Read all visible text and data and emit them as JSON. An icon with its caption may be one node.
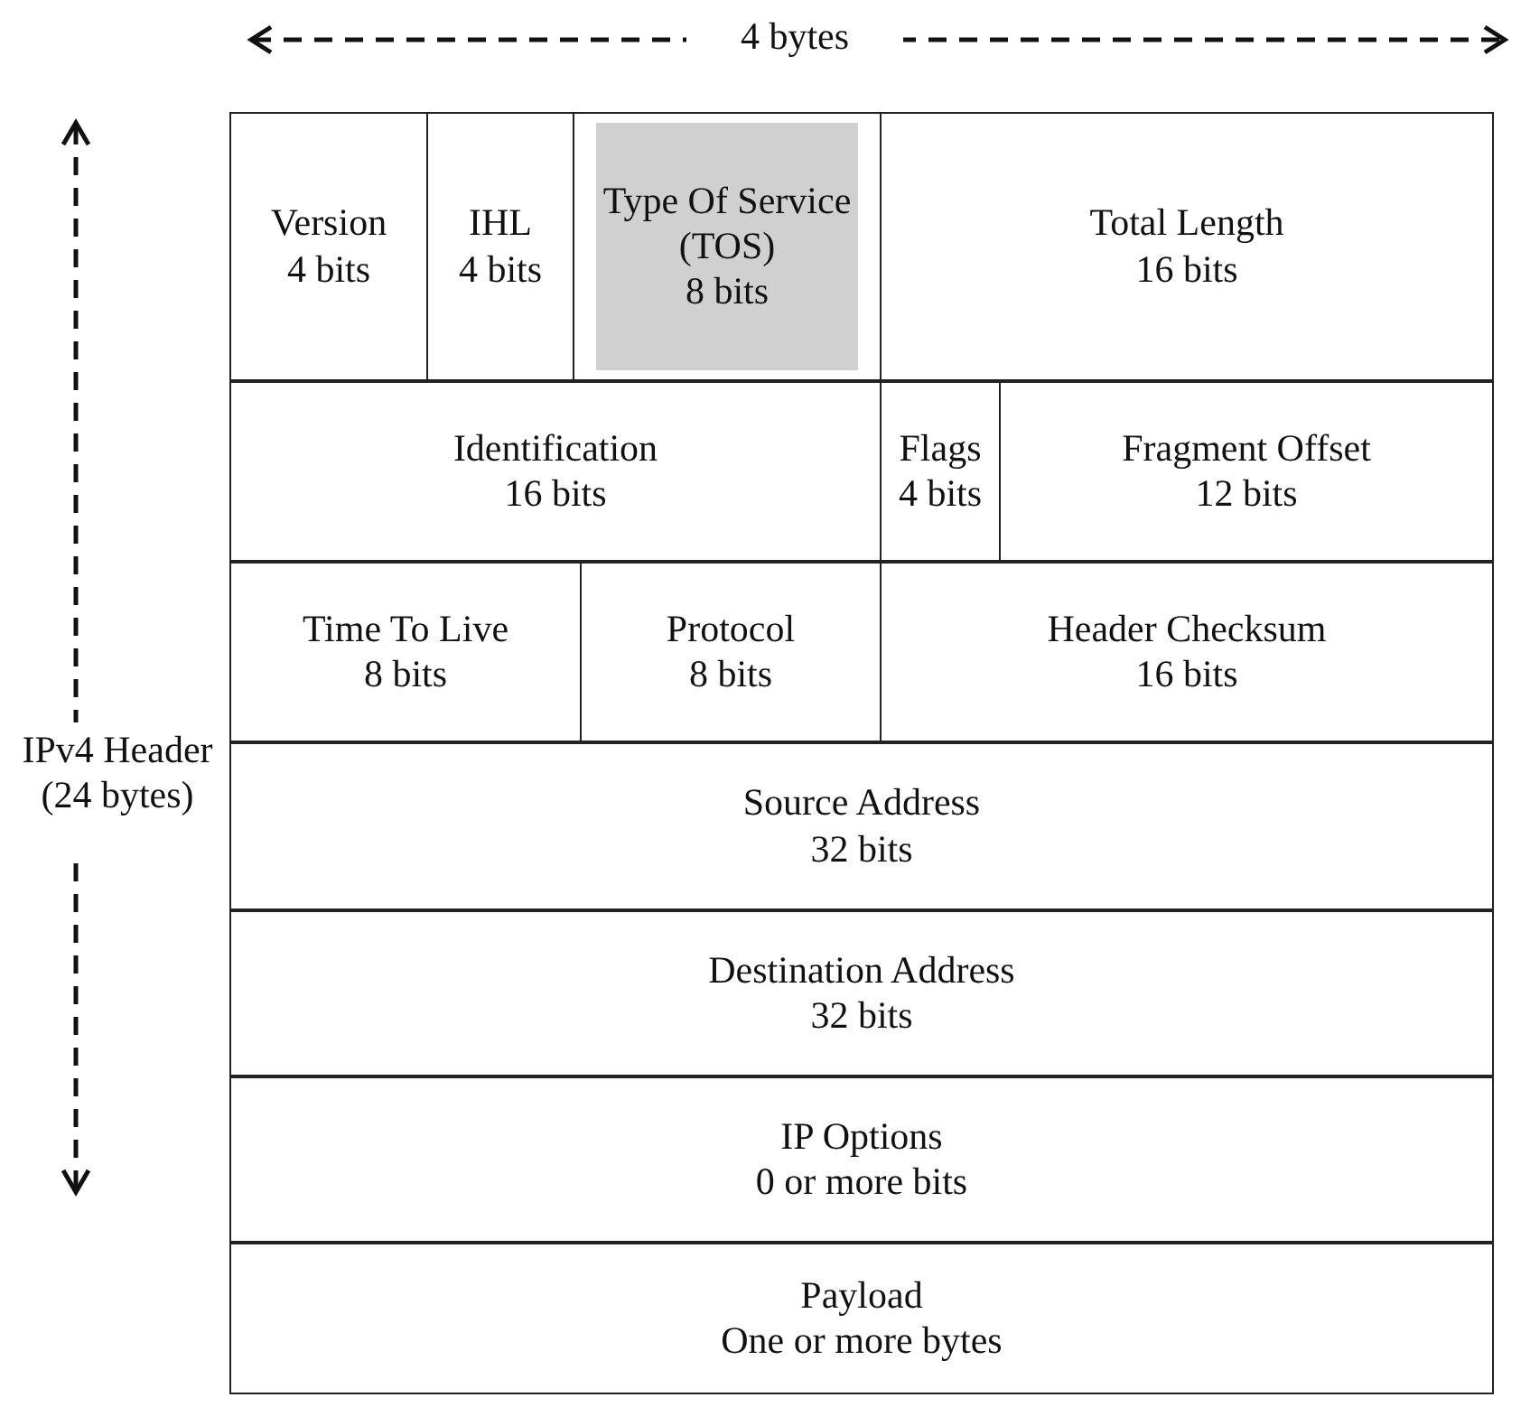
{
  "diagram": {
    "nodes": [
      {
        "text": [
          "Version",
          "4 bits"
        ]
      },
      {
        "text": [
          "IHL",
          "4 bits"
        ]
      },
      {
        "text": [
          "Type Of Service (TOS)",
          "8 bits"
        ]
      },
      {
        "text": [
          "Total Length",
          "16 bits"
        ]
      },
      {
        "text": [
          "Identification",
          "16 bits"
        ]
      },
      {
        "text": [
          "Flags",
          "4 bits"
        ]
      },
      {
        "text": [
          "Fragment Offset",
          "12 bits"
        ]
      },
      {
        "text": [
          "Time To Live",
          "8 bits"
        ]
      },
      {
        "text": [
          "Protocol",
          "8 bits"
        ]
      },
      {
        "text": [
          "Header Checksum",
          "16 bits"
        ]
      },
      {
        "text": [
          "Source Address",
          "32 bits"
        ]
      },
      {
        "text": [
          "Destination Address",
          "32 bits"
        ]
      },
      {
        "text": [
          "IP Options",
          "0 or more bits"
        ]
      },
      {
        "text": [
          "Payload",
          "One or more bytes"
        ]
      }
    ],
    "labels": [
      "4 bytes",
      "IPv4 Header (24 bytes)"
    ]
  }
}
